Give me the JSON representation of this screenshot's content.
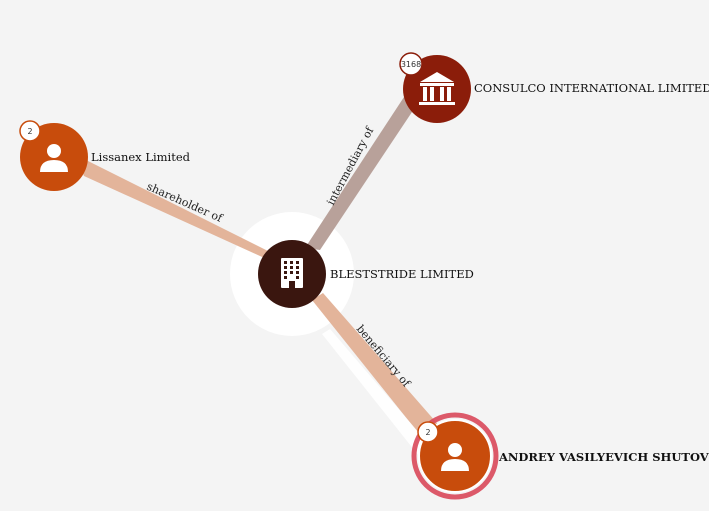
{
  "graph": {
    "center": {
      "label": "BLESTSTRIDE LIMITED",
      "icon": "building-icon",
      "color": "#3a160f"
    },
    "nodes": [
      {
        "id": "consulco",
        "label": "CONSULCO INTERNATIONAL LIMITED",
        "icon": "institution-icon",
        "badge": "3168",
        "color": "#8b1d0a"
      },
      {
        "id": "lissanex",
        "label": "Lissanex Limited",
        "icon": "person-icon",
        "badge": "2",
        "color": "#c84c0c"
      },
      {
        "id": "shutov",
        "label": "ANDREY VASILYEVICH SHUTOV",
        "icon": "person-icon",
        "badge": "2",
        "color": "#c84c0c",
        "selected": true,
        "highlight": "#d9485a"
      }
    ],
    "edges": [
      {
        "from": "consulco",
        "to": "center",
        "label": "intermediary of",
        "color": "#b8a19a"
      },
      {
        "from": "lissanex",
        "to": "center",
        "label": "shareholder of",
        "color": "#e3b49a"
      },
      {
        "from": "center",
        "to": "shutov",
        "label": "beneficiary of",
        "color": "#e3b49a"
      }
    ]
  }
}
